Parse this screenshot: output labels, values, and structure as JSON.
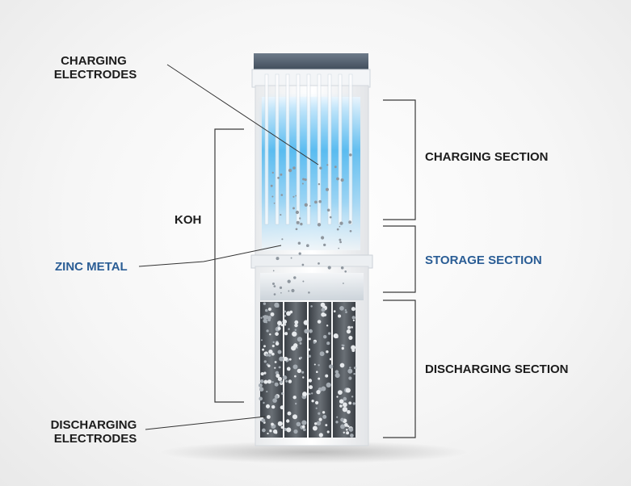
{
  "labels": {
    "charging_electrodes": [
      "CHARGING",
      "ELECTRODES"
    ],
    "koh": "KOH",
    "zinc_metal": "ZINC METAL",
    "discharging_electrodes": [
      "DISCHARGING",
      "ELECTRODES"
    ],
    "charging_section": "CHARGING SECTION",
    "storage_section": "STORAGE SECTION",
    "discharging_section": "DISCHARGING SECTION"
  },
  "colors": {
    "label_dark": "#1c1c1c",
    "label_blue": "#2a5d95",
    "charging_glow": "#4fb8f0",
    "zinc_particles": "#9aa2aa",
    "discharge_electrode": "#555a60"
  }
}
